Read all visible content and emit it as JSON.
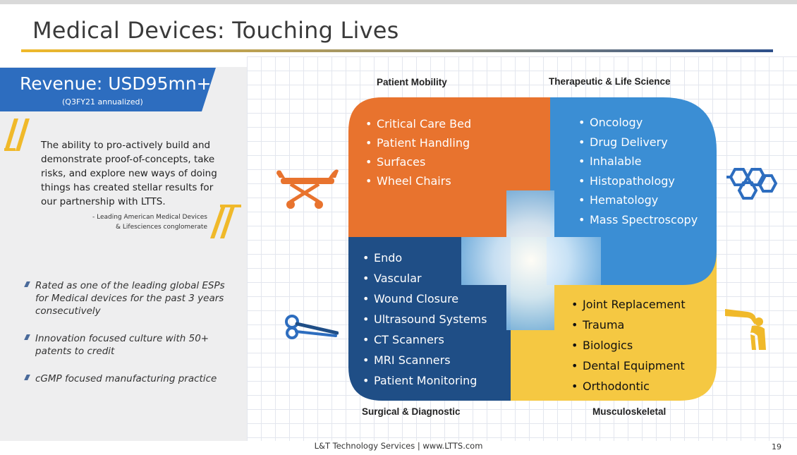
{
  "slide": {
    "title": "Medical Devices: Touching Lives",
    "page_number": "19",
    "footer": "L&T Technology Services | www.LTTS.com"
  },
  "revenue": {
    "main": "Revenue: USD95mn+",
    "sub": "(Q3FY21 annualized)"
  },
  "quote": {
    "text": "The ability to pro-actively build and demonstrate proof-of-concepts, take risks, and explore new ways of doing things has created stellar results for our partnership with LTTS.",
    "attribution_line1": "- Leading American Medical Devices",
    "attribution_line2": "& Lifesciences conglomerate"
  },
  "highlights": [
    "Rated as one of the leading global ESPs for Medical devices for the past 3 years consecutively",
    "Innovation focused culture with 50+ patents to credit",
    "cGMP focused manufacturing practice"
  ],
  "quadrants": {
    "patient_mobility": {
      "label": "Patient Mobility",
      "color": "#e8732e",
      "items": [
        "Critical Care Bed",
        "Patient Handling",
        "Surfaces",
        "Wheel Chairs"
      ]
    },
    "therapeutic": {
      "label": "Therapeutic & Life Science",
      "color": "#3b8ed4",
      "items": [
        "Oncology",
        "Drug Delivery",
        "Inhalable",
        "Histopathology",
        "Hematology",
        "Mass Spectroscopy"
      ]
    },
    "surgical": {
      "label": "Surgical & Diagnostic",
      "color": "#1f4e86",
      "items": [
        "Endo",
        "Vascular",
        "Wound Closure",
        "Ultrasound Systems",
        "CT Scanners",
        "MRI Scanners",
        "Patient Monitoring"
      ]
    },
    "musculoskeletal": {
      "label": "Musculoskeletal",
      "color": "#f5c842",
      "items": [
        "Joint Replacement",
        "Trauma",
        "Biologics",
        "Dental Equipment",
        "Orthodontic"
      ]
    }
  },
  "icons": {
    "stretcher": "stretcher-icon",
    "molecule": "molecule-icon",
    "scissors": "surgical-scissors-icon",
    "knee": "knee-joint-icon"
  },
  "colors": {
    "accent_blue": "#2d6dbf",
    "accent_yellow": "#f0b92a"
  }
}
